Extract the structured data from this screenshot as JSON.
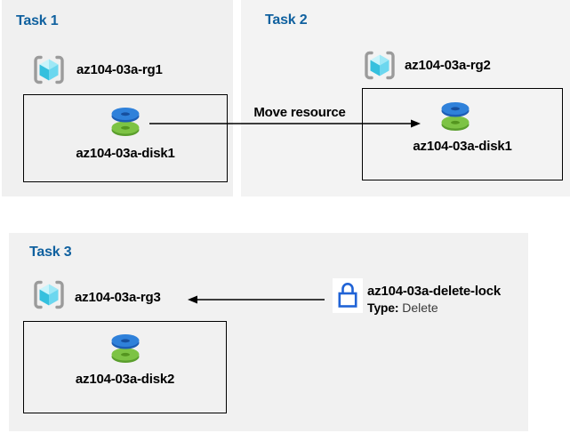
{
  "colors": {
    "task_header_blue": "#10619f",
    "panel_gray_task1": "#f0f0f0",
    "panel_gray_task2": "#f3f3f3",
    "panel_gray_task3": "#f1f1f1",
    "box_border": "#000000",
    "arrow": "#000000",
    "lock_blue": "#2063d6",
    "disk_blue": "#2f81da",
    "disk_green": "#7dc344",
    "cube_cyan_dark": "#35c0de",
    "cube_cyan_light": "#9fe8f6",
    "bracket_gray": "#9b9b9b"
  },
  "tasks": [
    {
      "title": "Task 1",
      "resource_group": "az104-03a-rg1",
      "resource": "az104-03a-disk1"
    },
    {
      "title": "Task 2",
      "resource_group": "az104-03a-rg2",
      "resource": "az104-03a-disk1"
    },
    {
      "title": "Task 3",
      "resource_group": "az104-03a-rg3",
      "resource": "az104-03a-disk2"
    }
  ],
  "move_arrow": {
    "label": "Move resource"
  },
  "lock": {
    "name": "az104-03a-delete-lock",
    "type_label": "Type:",
    "type_value": "Delete"
  },
  "icons": {
    "resource_group": "resource-group-icon",
    "disk": "disk-icon",
    "lock": "lock-icon"
  }
}
